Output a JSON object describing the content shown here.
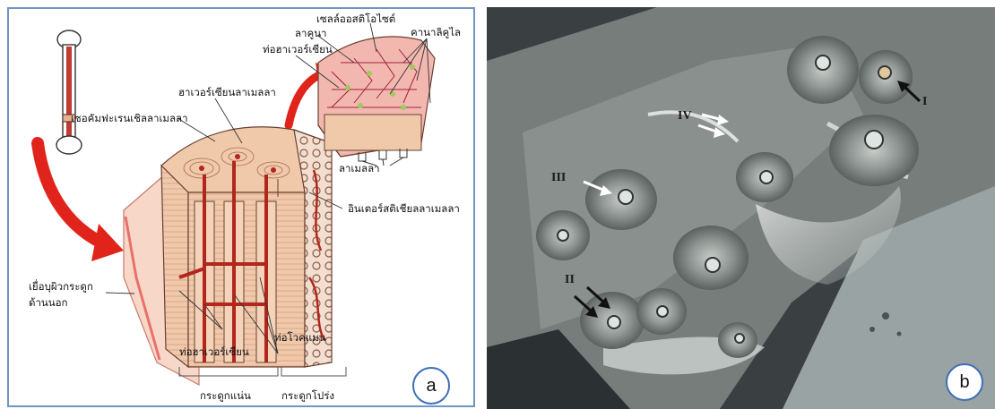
{
  "panel_a": {
    "letter": "a",
    "labels": {
      "osteocyte": "เซลล์ออสติโอไซต์",
      "lacuna": "ลาคูนา",
      "canaliculi": "คานาลิคูไล",
      "haversian_canal_top": "ท่อฮาเวอร์เซียน",
      "haversian_lamellae": "ฮาเวอร์เซียนลาเมลลา",
      "circumferential_lamellae": "เซอคัมฟะเรนเชิลลาเมลลา",
      "interstitial_lamellae": "อินเตอร์สติเชียลลาเมลลา",
      "lamellae": "ลาเมลลา",
      "periosteum_line1": "เยื่อบุผิวกระดูก",
      "periosteum_line2": "ด้านนอก",
      "haversian_canal_bottom": "ท่อฮาเวอร์เซียน",
      "volkmann_canal": "ท่อโวคแมน",
      "compact_bone": "กระดูกแน่น",
      "spongy_bone": "กระดูกโปร่ง"
    }
  },
  "panel_b": {
    "letter": "b",
    "markers": [
      "I",
      "II",
      "III",
      "IV"
    ]
  },
  "colors": {
    "frame": "#6f95c4",
    "bone": "#efc6a6",
    "bone_dark": "#d9a07f",
    "vessel": "#b3261e",
    "arrow": "#e0241b",
    "micrograph_bg": "#2a2f31"
  }
}
